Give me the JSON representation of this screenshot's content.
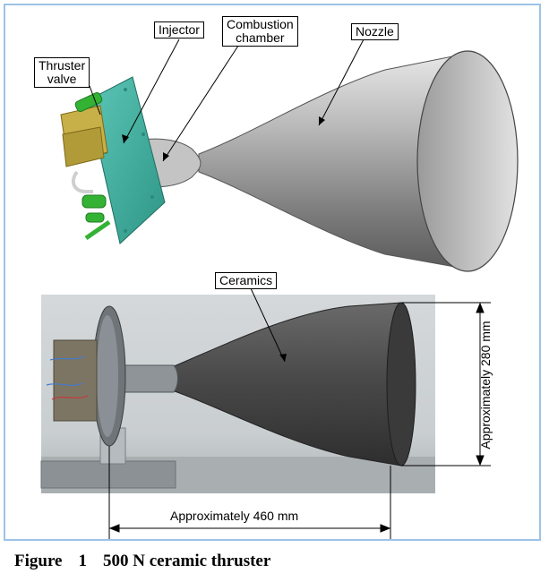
{
  "labels": {
    "injector": "Injector",
    "combustion_line1": "Combustion",
    "combustion_line2": "chamber",
    "nozzle": "Nozzle",
    "thruster_line1": "Thruster",
    "thruster_line2": "valve",
    "ceramics": "Ceramics"
  },
  "dimensions": {
    "height": "Approximately 280 mm",
    "length": "Approximately 460 mm"
  },
  "caption": {
    "figure": "Figure",
    "number": "1",
    "title": "500 N ceramic thruster"
  },
  "colors": {
    "frame": "#9cc3e6",
    "plate": "#3fae9e",
    "valve": "#c8b048",
    "pipe": "#34b234",
    "nozzle_render": "#8f8f8f",
    "ceramic_nozzle": "#4a4a4a"
  }
}
